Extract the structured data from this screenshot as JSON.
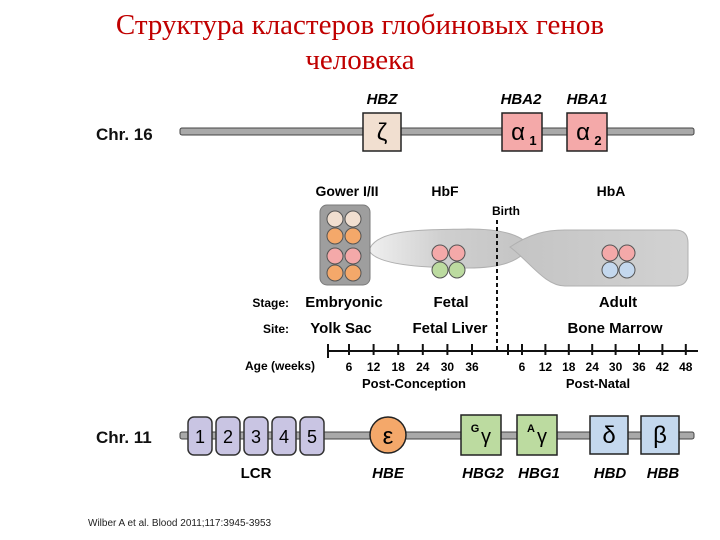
{
  "title": {
    "line1": "Структура кластеров глобиновых генов",
    "line2": "человека"
  },
  "chr16": {
    "label": "Chr. 16",
    "genes": [
      {
        "name": "HBZ",
        "symbol": "ζ",
        "sub": "",
        "color": "#f1dfd0"
      },
      {
        "name": "HBA2",
        "symbol": "α",
        "sub": "1",
        "color": "#f4a9a9"
      },
      {
        "name": "HBA1",
        "symbol": "α",
        "sub": "2",
        "color": "#f4a9a9"
      }
    ]
  },
  "hemoglobins": {
    "gower": "Gower I/II",
    "hbf": "HbF",
    "hba": "HbA",
    "birth": "Birth"
  },
  "rows": {
    "stage_label": "Stage:",
    "stages": [
      "Embryonic",
      "Fetal",
      "Adult"
    ],
    "site_label": "Site:",
    "sites": [
      "Yolk Sac",
      "Fetal Liver",
      "Bone Marrow"
    ]
  },
  "age": {
    "label": "Age (weeks)",
    "conception_ticks": [
      "6",
      "12",
      "18",
      "24",
      "30",
      "36"
    ],
    "conception_label": "Post-Conception",
    "natal_ticks": [
      "6",
      "12",
      "18",
      "24",
      "30",
      "36",
      "42",
      "48"
    ],
    "natal_label": "Post-Natal"
  },
  "chr11": {
    "label": "Chr. 11",
    "lcr_sites": [
      "1",
      "2",
      "3",
      "4",
      "5"
    ],
    "lcr_label": "LCR",
    "genes": [
      {
        "name": "HBE",
        "symbol": "ε",
        "prefix": "",
        "color": "#f4a86a"
      },
      {
        "name": "HBG2",
        "symbol": "γ",
        "prefix": "G",
        "color": "#bcdba0"
      },
      {
        "name": "HBG1",
        "symbol": "γ",
        "prefix": "A",
        "color": "#bcdba0"
      },
      {
        "name": "HBD",
        "symbol": "δ",
        "prefix": "",
        "color": "#c4d8ee"
      },
      {
        "name": "HBB",
        "symbol": "β",
        "prefix": "",
        "color": "#c4d8ee"
      }
    ]
  },
  "colors": {
    "chromosome": "#a9a9a9",
    "lcr": "#c9c5e3",
    "alpha_chain": "#f4a9a9",
    "zeta_chain": "#f1dfd0",
    "epsilon_chain": "#f4a86a",
    "gamma_chain": "#bcdba0",
    "beta_chain": "#c4d8ee",
    "expression_zone": "#c8c8c8"
  },
  "credit": "Wilber A et al. Blood 2011;117:3945-3953"
}
